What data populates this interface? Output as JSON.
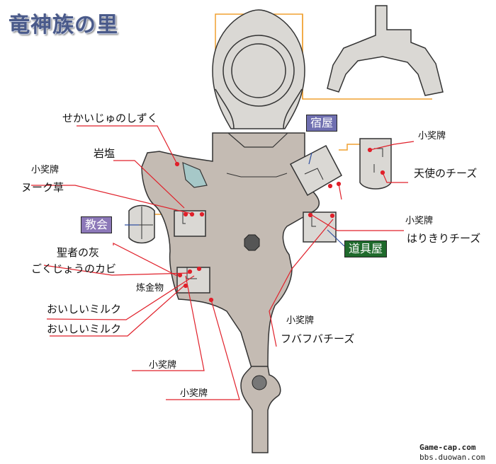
{
  "title": "竜神族の里",
  "buildings": {
    "inn": "宿屋",
    "church": "教会",
    "item_shop": "道具屋",
    "alchemy_pot": "炼金物"
  },
  "colors": {
    "floor": "#c4bbb3",
    "floor_light": "#dad8d4",
    "outline": "#333333",
    "leader_red": "#e0202a",
    "orange_line": "#f0a030",
    "water": "#a6c8c8",
    "inn_tag": "#6f6fb0",
    "church_tag": "#8c78b8",
    "item_tag": "#1f6a2c"
  },
  "labels": {
    "sekai_no_shizuku": "せかいじゅのしずく",
    "ganen": "岩塩",
    "medal_1": "小奖牌",
    "nuku_grass": "ヌーク草",
    "medal_2": "小奖牌",
    "angel_cheese": "天使のチーズ",
    "medal_3": "小奖牌",
    "harikiri_cheese": "はりきりチーズ",
    "holy_ash": "聖者の灰",
    "gokujo_mold": "ごくじょうのカビ",
    "milk_1": "おいしいミルク",
    "milk_2": "おいしいミルク",
    "medal_4": "小奖牌",
    "fubafuba_cheese": "フバフバチーズ",
    "medal_5": "小奖牌",
    "medal_6": "小奖牌"
  },
  "watermark": {
    "line1": "Game-cap.com",
    "line2": "bbs.duowan.com"
  }
}
